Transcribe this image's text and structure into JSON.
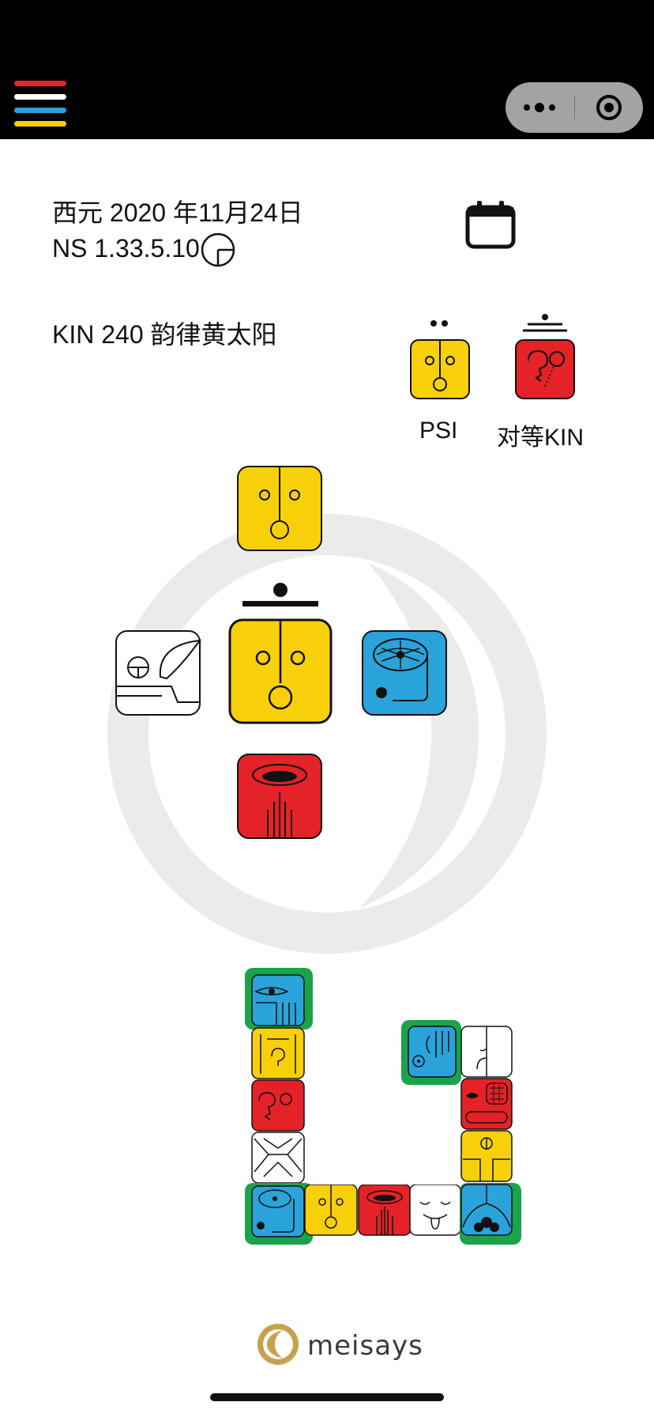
{
  "header": {
    "menu_colors": [
      "#e5262b",
      "#ffffff",
      "#2a9fd9",
      "#f7cf05"
    ]
  },
  "capsule": {
    "more_icon": "more-icon",
    "close_icon": "target-icon"
  },
  "date": {
    "gregorian": "西元 2020 年11月24日",
    "ns": "NS 1.33.5.10"
  },
  "kin": {
    "title": "KIN 240  韵律黄太阳"
  },
  "side": {
    "psi_label": "PSI",
    "equal_label": "对等KIN"
  },
  "brand": {
    "name": "meisays"
  },
  "colors": {
    "yellow": "#f8d00a",
    "red": "#e42227",
    "blue": "#2aa3da",
    "green": "#1aa34a",
    "accent_gold": "#c8a14e"
  }
}
